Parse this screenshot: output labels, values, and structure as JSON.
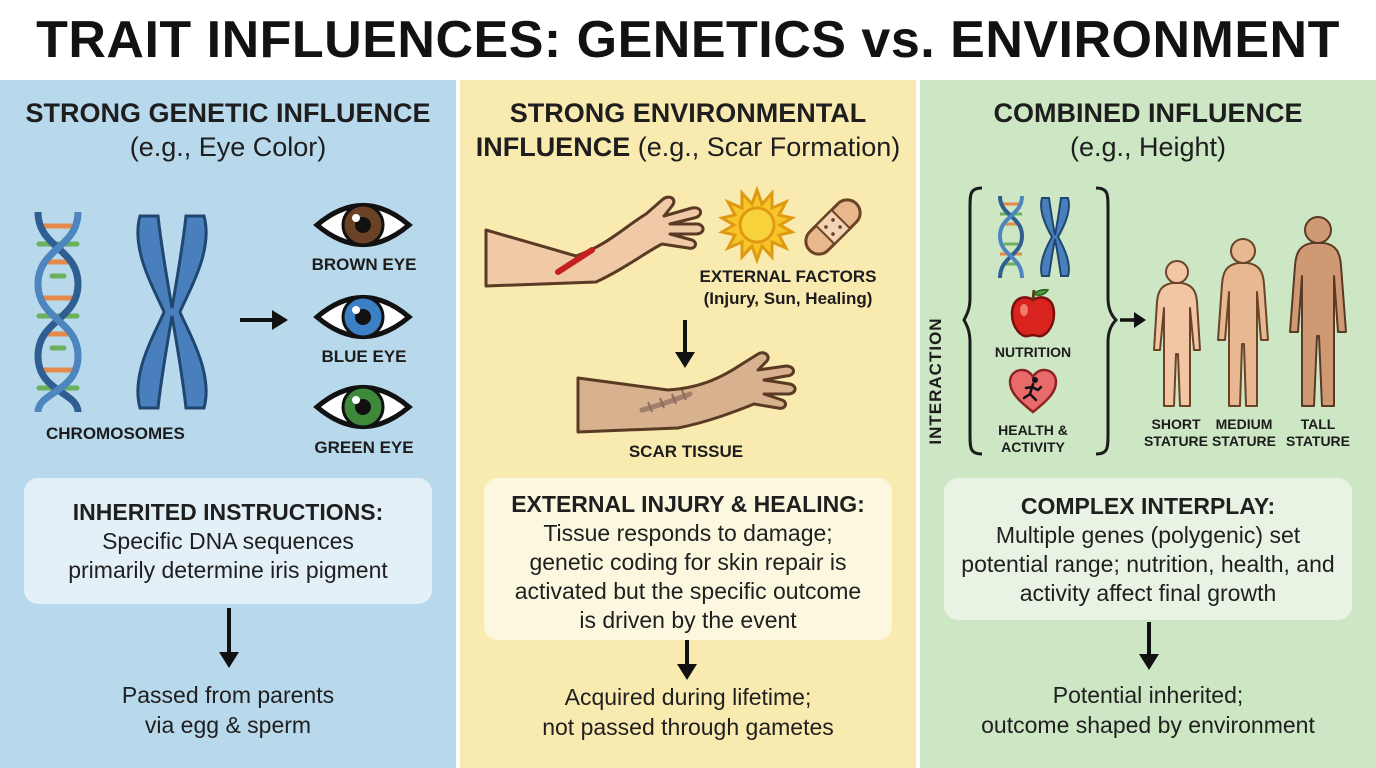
{
  "title": "TRAIT INFLUENCES: GENETICS vs. ENVIRONMENT",
  "genetic": {
    "heading_bold": "STRONG GENETIC INFLUENCE",
    "heading_rest": "(e.g., Eye Color)",
    "chromosomes_label": "CHROMOSOMES",
    "eyes": [
      {
        "label": "BROWN EYE",
        "color": "#6b4226"
      },
      {
        "label": "BLUE EYE",
        "color": "#3b7fc4"
      },
      {
        "label": "GREEN EYE",
        "color": "#3f8a3a"
      }
    ],
    "box_title": "INHERITED INSTRUCTIONS:",
    "box_text": "Specific DNA sequences primarily determine iris pigment",
    "bottom_line1": "Passed from parents",
    "bottom_line2": "via egg & sperm"
  },
  "environmental": {
    "heading_bold_1": "STRONG ENVIRONMENTAL",
    "heading_bold_2": "INFLUENCE",
    "heading_rest": "(e.g., Scar Formation)",
    "factors_line1": "EXTERNAL FACTORS",
    "factors_line2": "(Injury, Sun, Healing)",
    "scar_label": "SCAR TISSUE",
    "box_title": "EXTERNAL INJURY & HEALING:",
    "box_text": "Tissue responds to damage; genetic coding for skin repair is activated but the specific outcome is driven by the event",
    "bottom_line1": "Acquired during lifetime;",
    "bottom_line2": "not passed through gametes"
  },
  "combined": {
    "heading_bold": "COMBINED INFLUENCE",
    "heading_rest": "(e.g., Height)",
    "interaction_label": "INTERACTION",
    "nutrition_label": "NUTRITION",
    "health_label_1": "HEALTH &",
    "health_label_2": "ACTIVITY",
    "statures": [
      {
        "line1": "SHORT",
        "line2": "STATURE"
      },
      {
        "line1": "MEDIUM",
        "line2": "STATURE"
      },
      {
        "line1": "TALL",
        "line2": "STATURE"
      }
    ],
    "box_title": "COMPLEX INTERPLAY:",
    "box_text": "Multiple genes (polygenic) set potential range; nutrition, health, and activity affect final growth",
    "bottom_line1": "Potential inherited;",
    "bottom_line2": "outcome shaped by environment"
  }
}
